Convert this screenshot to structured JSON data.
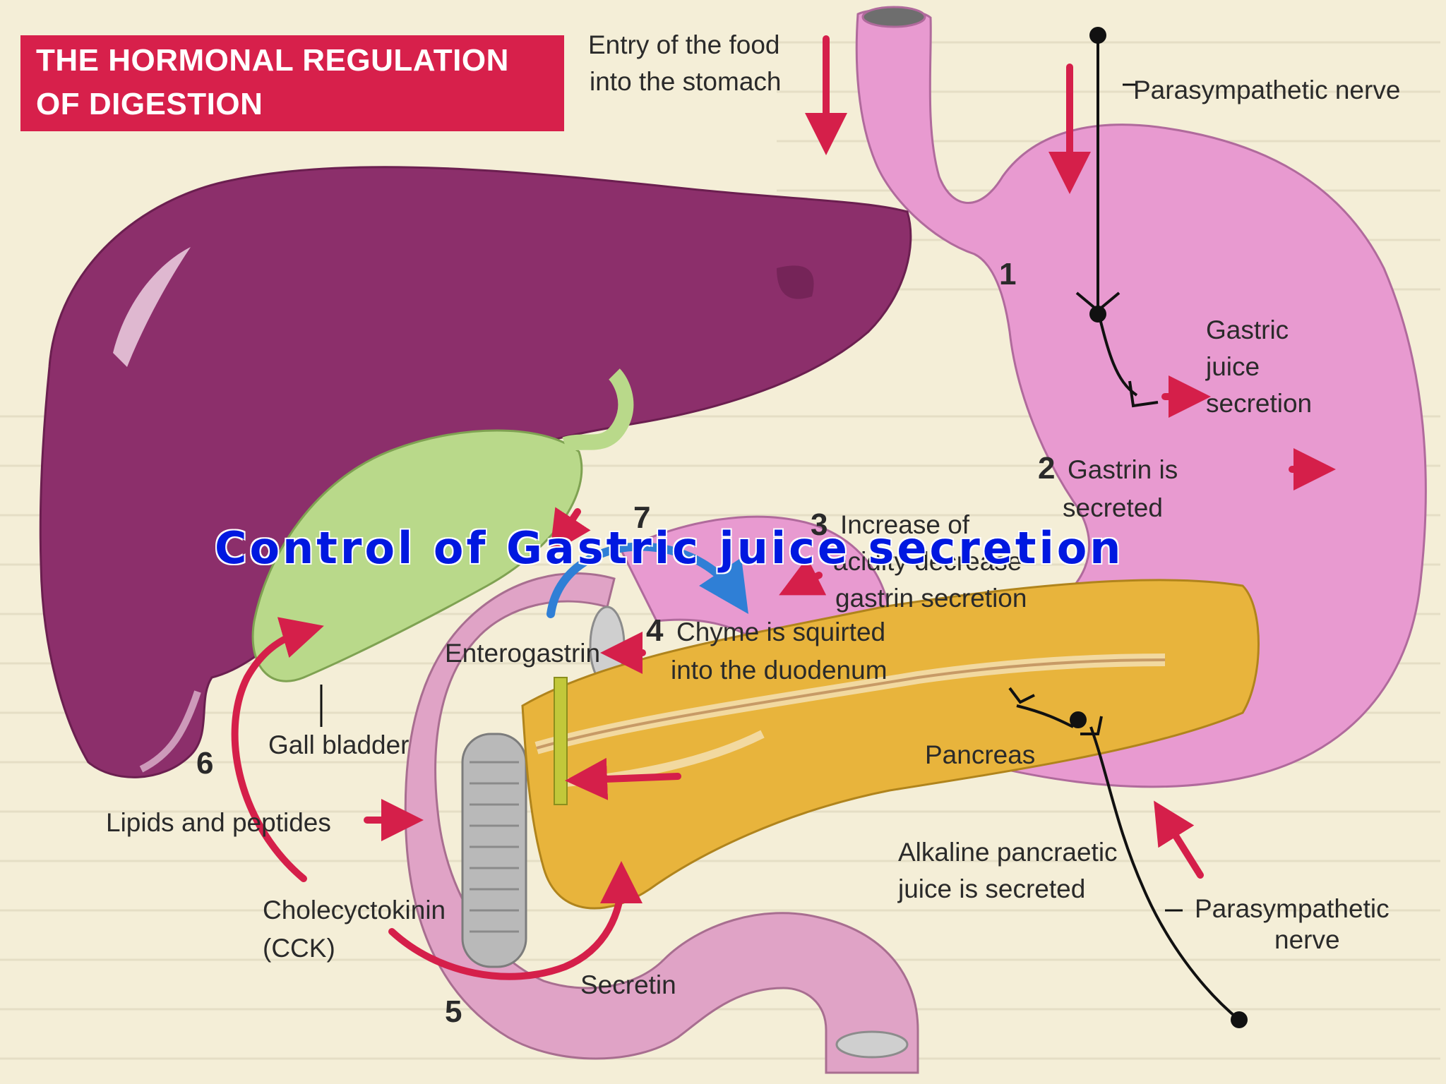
{
  "title": {
    "line1": "THE HORMONAL REGULATION",
    "line2": "OF DIGESTION"
  },
  "overlay_caption": "Control of Gastric juice secretion",
  "labels": {
    "entry_food_1": "Entry of the food",
    "entry_food_2": "into the stomach",
    "parasympathetic_top": "Parasympathetic nerve",
    "gastric_1": "Gastric",
    "gastric_2": "juice",
    "gastric_3": "secretion",
    "gastrin_1": "Gastrin is",
    "gastrin_2": "secreted",
    "acidity_1": "Increase of",
    "acidity_2": "acidity decrease",
    "acidity_3": "gastrin secretion",
    "chyme_1": "Chyme is squirted",
    "chyme_2": "into the duodenum",
    "enterogastrin": "Enterogastrin",
    "gall_bladder": "Gall bladder",
    "pancreas": "Pancreas",
    "lipids": "Lipids and peptides",
    "alkaline_1": "Alkaline pancraetic",
    "alkaline_2": "juice is secreted",
    "parasympathetic_bottom_1": "Parasympathetic",
    "parasympathetic_bottom_2": "nerve",
    "cck_1": "Cholecyctokinin",
    "cck_2": "(CCK)",
    "secretin": "Secretin"
  },
  "step_numbers": {
    "n1": "1",
    "n2": "2",
    "n3": "3",
    "n4": "4",
    "n5": "5",
    "n6": "6",
    "n7": "7"
  },
  "colors": {
    "background": "#f4eed7",
    "title_box": "#d7204b",
    "liver": "#8c2f6b",
    "stomach": "#e89ad0",
    "gall_bladder": "#b9d98a",
    "pancreas": "#e8b43c",
    "intestine": "#e0a3c6",
    "arrow_red": "#d51f4a",
    "arrow_blue": "#2f7fd6",
    "overlay_text": "#0018e0"
  },
  "icons": {
    "nerve": "nerve-line-icon",
    "arrow": "red-arrow-icon"
  }
}
